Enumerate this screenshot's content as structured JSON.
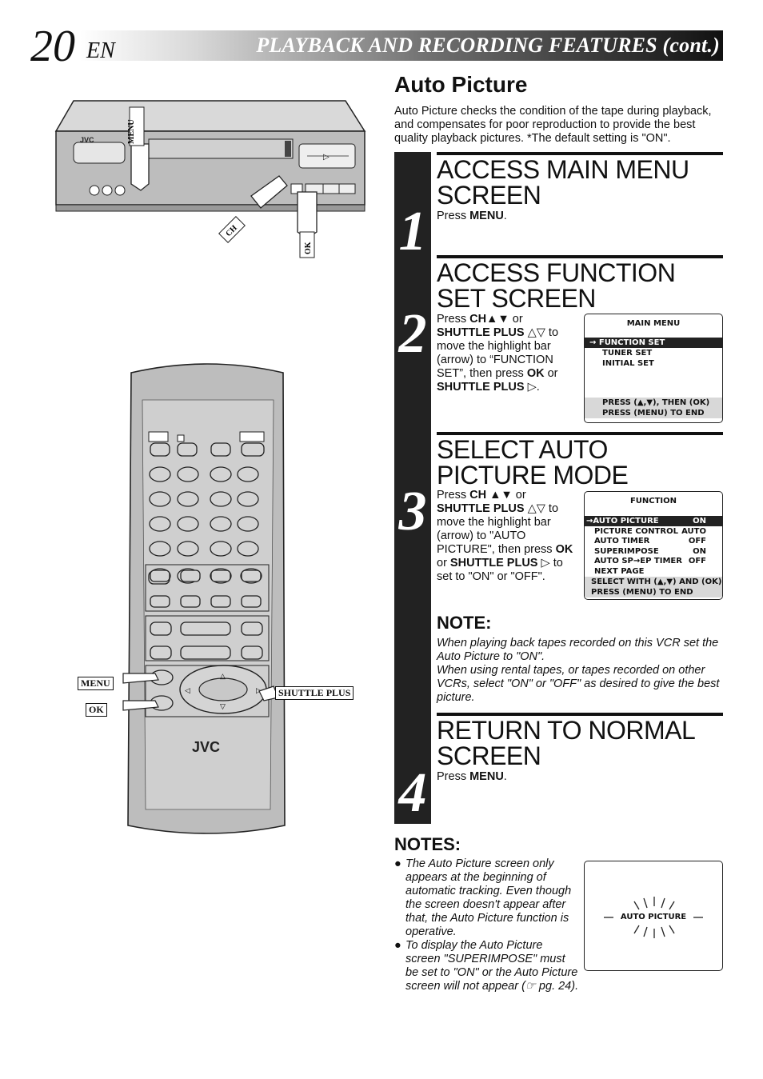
{
  "header": {
    "page_number": "20",
    "lang": "EN",
    "title": "PLAYBACK AND RECORDING FEATURES (cont.)"
  },
  "section": {
    "title": "Auto Picture",
    "intro": "Auto Picture checks the condition of the tape during playback, and compensates for poor reproduction to provide the best quality playback pictures. *The default setting is \"ON\"."
  },
  "steps": [
    {
      "number": "1",
      "title": "ACCESS MAIN MENU SCREEN",
      "text_parts": [
        "Press ",
        "MENU",
        "."
      ]
    },
    {
      "number": "2",
      "title": "ACCESS FUNCTION SET SCREEN",
      "text_parts": [
        "Press ",
        "CH▲▼",
        " or ",
        "SHUTTLE PLUS",
        " △▽ to move the highlight bar (arrow) to “FUNCTION SET”, then press ",
        "OK",
        " or ",
        "SHUTTLE PLUS",
        " ▷."
      ]
    },
    {
      "number": "3",
      "title": "SELECT AUTO PICTURE MODE",
      "text_parts": [
        "Press ",
        "CH ▲▼",
        " or ",
        "SHUTTLE PLUS",
        " △▽ to move the highlight bar (arrow) to \"AUTO PICTURE\", then press ",
        "OK",
        " or ",
        "SHUTTLE PLUS",
        " ▷  to set to \"ON\" or \"OFF\"."
      ]
    },
    {
      "number": "4",
      "title": "RETURN TO NORMAL SCREEN",
      "text_parts": [
        "Press ",
        "MENU",
        "."
      ]
    }
  ],
  "osd_main_menu": {
    "title": "MAIN MENU",
    "items": [
      "→ FUNCTION SET",
      "TUNER SET",
      "INITIAL SET"
    ],
    "footer": [
      "PRESS (▲,▼), THEN (OK)",
      "PRESS (MENU) TO END"
    ]
  },
  "osd_function": {
    "title": "FUNCTION",
    "rows": [
      {
        "label": "→AUTO PICTURE",
        "value": "ON"
      },
      {
        "label": "PICTURE CONTROL",
        "value": "AUTO"
      },
      {
        "label": "AUTO TIMER",
        "value": "OFF"
      },
      {
        "label": "SUPERIMPOSE",
        "value": "ON"
      },
      {
        "label": "AUTO SP→EP TIMER",
        "value": "OFF"
      },
      {
        "label": "NEXT PAGE",
        "value": ""
      }
    ],
    "footer": [
      "SELECT WITH (▲,▼) AND (OK)",
      "PRESS (MENU) TO END"
    ]
  },
  "osd_auto_picture": {
    "label": "AUTO PICTURE"
  },
  "note": {
    "heading": "NOTE:",
    "text": "When playing back tapes recorded on this VCR set the Auto Picture to \"ON\".\nWhen using rental tapes, or tapes recorded on other VCRs, select \"ON\" or \"OFF\" as desired to give the best picture."
  },
  "notes": {
    "heading": "NOTES:",
    "items": [
      "The Auto Picture screen only appears at the beginning  of automatic tracking. Even though the screen doesn't appear after that, the Auto Picture function is operative.",
      "To display the Auto Picture screen \"SUPERIMPOSE\" must be set to \"ON\" or the Auto Picture screen will not appear (☞ pg. 24)."
    ]
  },
  "vcr": {
    "brand": "JVC",
    "labels": {
      "menu": "MENU",
      "ch": "CH",
      "ok": "OK"
    }
  },
  "remote": {
    "brand": "JVC",
    "labels": {
      "menu": "MENU",
      "ok": "OK",
      "shuttle_plus": "SHUTTLE PLUS"
    }
  }
}
